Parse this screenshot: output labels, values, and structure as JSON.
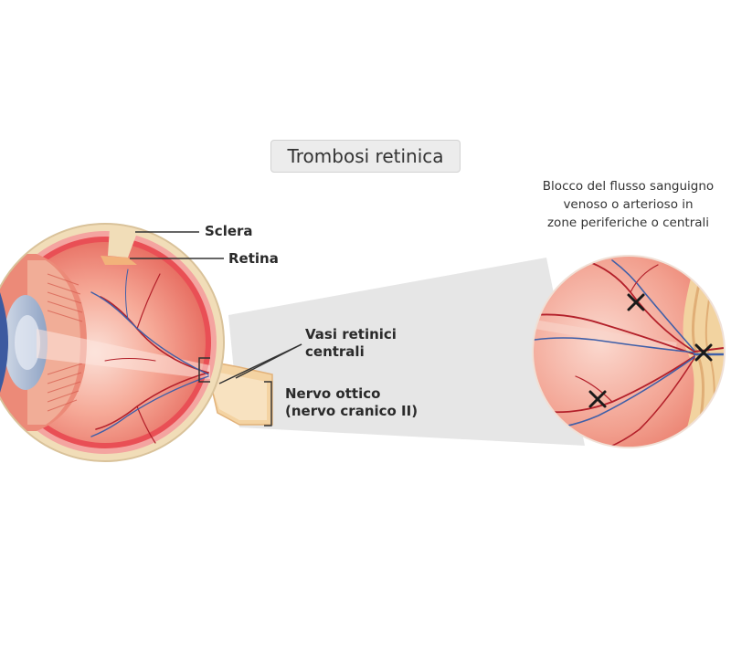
{
  "title": "Trombosi retinica",
  "labels": {
    "sclera": "Sclera",
    "retina": "Retina",
    "vasi_line1": "Vasi retinici",
    "vasi_line2": "centrali",
    "nervo_line1": "Nervo ottico",
    "nervo_line2": "(nervo cranico II)"
  },
  "note": {
    "line1": "Blocco del flusso sanguigno",
    "line2": "venoso o arterioso in",
    "line3": "zone periferiche o centrali"
  },
  "colors": {
    "sclera": "#f3e2c4",
    "retina_red": "#e8595a",
    "eye_interior": "#f6b8a8",
    "artery": "#b3202a",
    "vein": "#3f5fa8",
    "nerve": "#f5d7aa",
    "magnifier_cone": "#e4e4e4"
  },
  "markers": [
    "blockage-1",
    "blockage-2",
    "blockage-3"
  ]
}
